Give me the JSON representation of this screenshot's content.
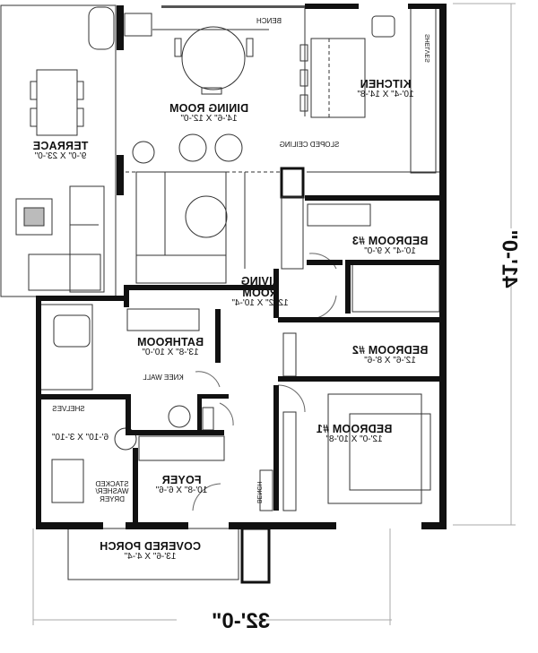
{
  "plan": {
    "orientation": "mirrored",
    "rooms": [
      {
        "id": "terrace",
        "name": "TERRACE",
        "dims": "9'-0\" X 23'-0\""
      },
      {
        "id": "dining-room",
        "name": "DINING ROOM",
        "dims": "14'-6\" X 12'-0\""
      },
      {
        "id": "kitchen",
        "name": "KITCHEN",
        "dims": "10'-4\" X 14'-8\""
      },
      {
        "id": "living-room",
        "name_line1": "LIVING",
        "name_line2": "ROOM",
        "dims": "12'-2\" X 10'-4\""
      },
      {
        "id": "bedroom-3",
        "name": "BEDROOM #3",
        "dims": "10'-4\" X 9'-0\""
      },
      {
        "id": "bedroom-2",
        "name": "BEDROOM #2",
        "dims": "12'-6\" X 8'-6\""
      },
      {
        "id": "bedroom-1",
        "name": "BEDROOM #1",
        "dims": "12'-0\" X 10'-8\""
      },
      {
        "id": "bathroom",
        "name": "BATHROOM",
        "dims": "13'-8\" X 10'-0\""
      },
      {
        "id": "laundry",
        "dims": "6'-10\" X 3'-10\""
      },
      {
        "id": "foyer",
        "name": "FOYER",
        "dims": "10'-8\" X 6'-6\""
      },
      {
        "id": "covered-porch",
        "name": "COVERED PORCH",
        "dims": "13'-6\" X 4'-4\""
      }
    ],
    "notes": {
      "bench_top": "BENCH",
      "shelves_kitchen": "SHELVES",
      "sloped_ceiling": "SLOPED CEILING",
      "knee_wall": "KNEE WALL",
      "shelves_laundry": "SHELVES",
      "stacked_1": "STACKED",
      "stacked_2": "WASHER/",
      "stacked_3": "DRYER",
      "bench_foyer": "BENCH"
    },
    "overall_dims": {
      "width": "32'-0\"",
      "depth": "41'-0\""
    },
    "colors": {
      "wall": "#111111",
      "line": "#333333",
      "dim_line": "#999999",
      "background": "#ffffff"
    }
  }
}
